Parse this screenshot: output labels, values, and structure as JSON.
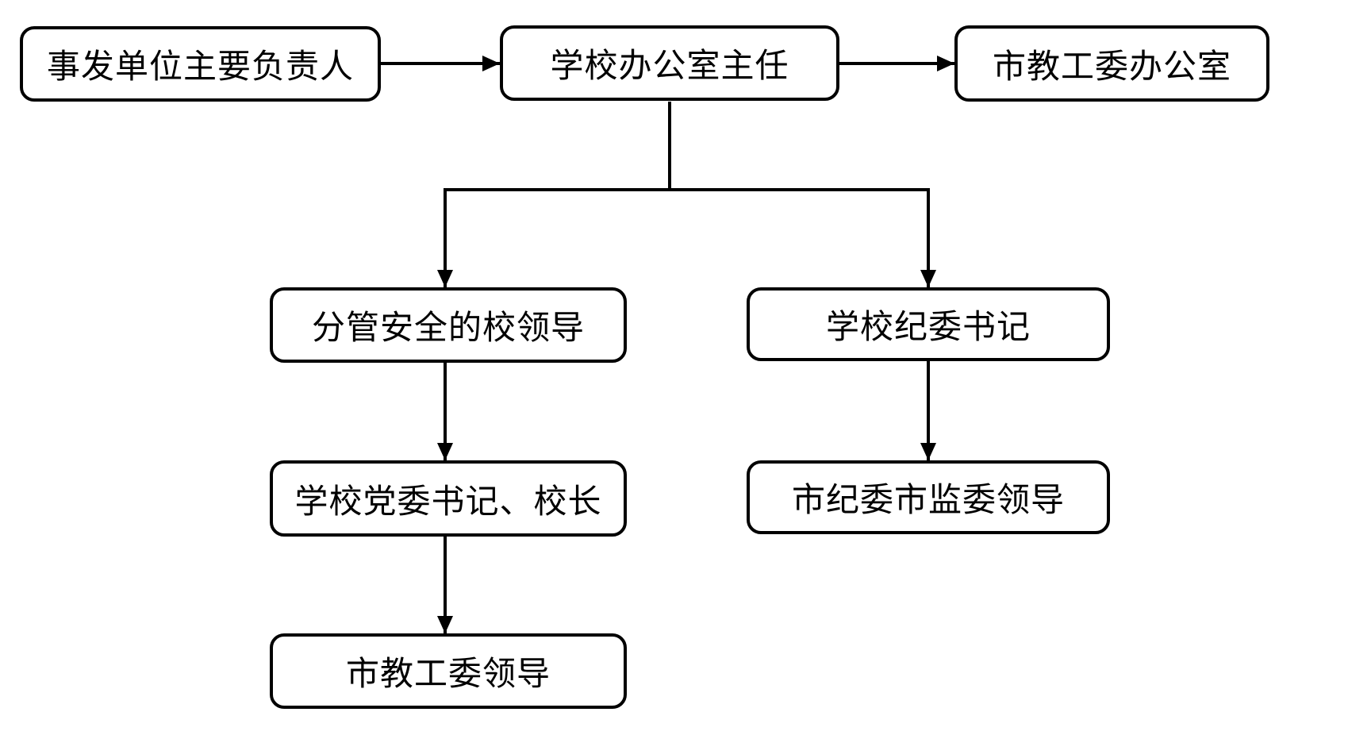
{
  "diagram": {
    "type": "flowchart",
    "colors": {
      "background": "#ffffff",
      "line": "#000000",
      "box_border": "#000000",
      "box_fill": "#ffffff",
      "text": "#000000"
    },
    "nodes": [
      {
        "id": "incident-unit-head",
        "label": "事发单位主要负责人"
      },
      {
        "id": "school-office-director",
        "label": "学校办公室主任"
      },
      {
        "id": "city-education-work-committee-office",
        "label": "市教工委办公室"
      },
      {
        "id": "safety-vice-school-leader",
        "label": "分管安全的校领导"
      },
      {
        "id": "school-discipline-committee-secretary",
        "label": "学校纪委书记"
      },
      {
        "id": "school-party-secretary-and-principal",
        "label": "学校党委书记、校长"
      },
      {
        "id": "city-discipline-and-supervision-committee-leaders",
        "label": "市纪委市监委领导"
      },
      {
        "id": "city-education-work-committee-leaders",
        "label": "市教工委领导"
      }
    ],
    "edges": [
      {
        "from": "incident-unit-head",
        "to": "school-office-director",
        "direction": "right"
      },
      {
        "from": "school-office-director",
        "to": "city-education-work-committee-office",
        "direction": "right"
      },
      {
        "from": "school-office-director",
        "to": "safety-vice-school-leader",
        "direction": "down"
      },
      {
        "from": "school-office-director",
        "to": "school-discipline-committee-secretary",
        "direction": "down"
      },
      {
        "from": "safety-vice-school-leader",
        "to": "school-party-secretary-and-principal",
        "direction": "down"
      },
      {
        "from": "school-party-secretary-and-principal",
        "to": "city-education-work-committee-leaders",
        "direction": "down"
      },
      {
        "from": "school-discipline-committee-secretary",
        "to": "city-discipline-and-supervision-committee-leaders",
        "direction": "down"
      }
    ]
  }
}
